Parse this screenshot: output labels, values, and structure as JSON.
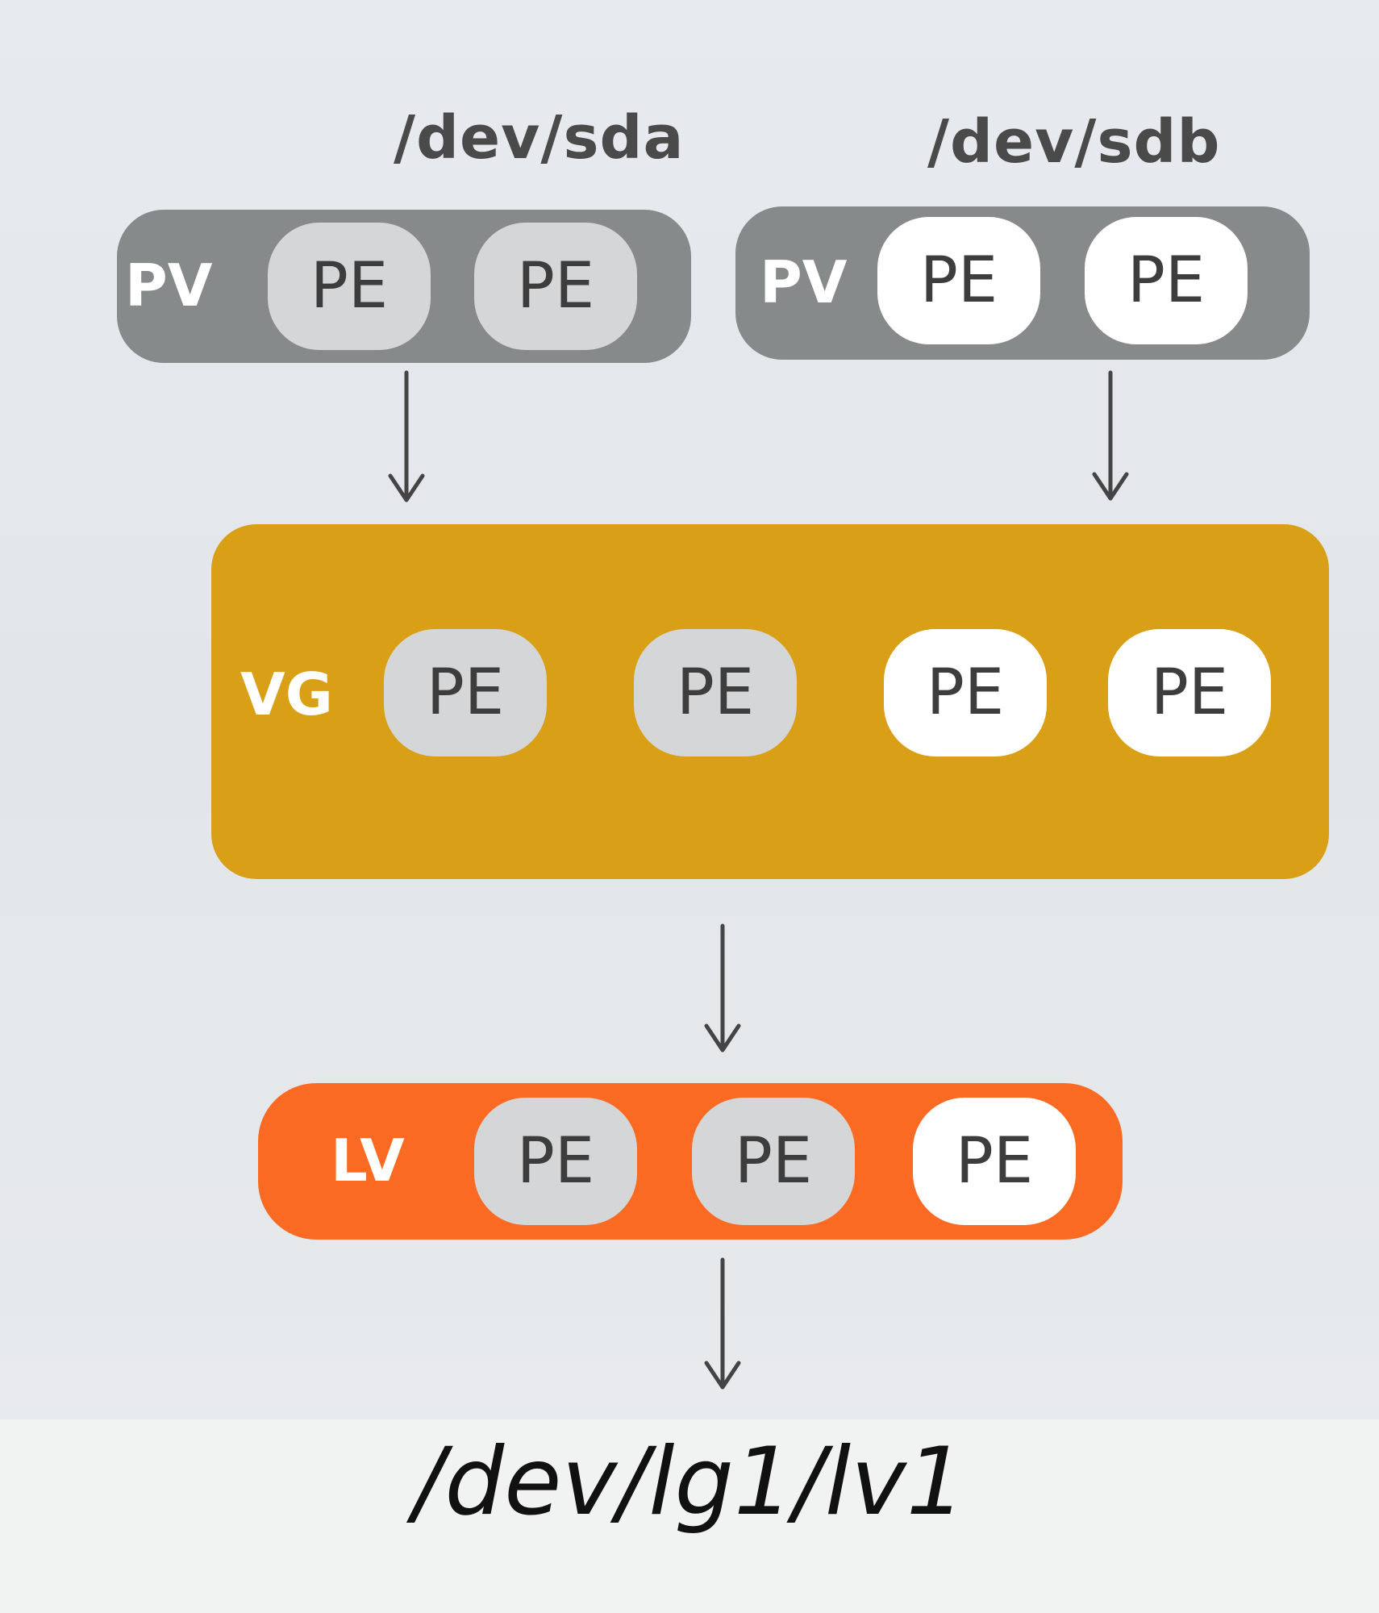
{
  "devices": [
    {
      "id": "sda",
      "label": "/dev/sda"
    },
    {
      "id": "sdb",
      "label": "/dev/sdb"
    }
  ],
  "physical_volumes": [
    {
      "device": "sda",
      "tag": "PV",
      "extents": [
        {
          "label": "PE",
          "source": "sda"
        },
        {
          "label": "PE",
          "source": "sda"
        }
      ]
    },
    {
      "device": "sdb",
      "tag": "PV",
      "extents": [
        {
          "label": "PE",
          "source": "sdb"
        },
        {
          "label": "PE",
          "source": "sdb"
        }
      ]
    }
  ],
  "volume_group": {
    "tag": "VG",
    "extents": [
      {
        "label": "PE",
        "source": "sda"
      },
      {
        "label": "PE",
        "source": "sda"
      },
      {
        "label": "PE",
        "source": "sdb"
      },
      {
        "label": "PE",
        "source": "sdb"
      }
    ]
  },
  "logical_volume": {
    "tag": "LV",
    "extents": [
      {
        "label": "PE",
        "source": "sda"
      },
      {
        "label": "PE",
        "source": "sda"
      },
      {
        "label": "PE",
        "source": "sdb"
      }
    ]
  },
  "logical_volume_path": "/dev/lg1/lv1",
  "colors": {
    "pv_container": "#878a8b",
    "vg_container": "#d99f17",
    "lv_container": "#fb6a22",
    "pe_from_sda": "#d5d6d7",
    "pe_from_sdb": "#ffffff",
    "arrow": "#444444"
  }
}
